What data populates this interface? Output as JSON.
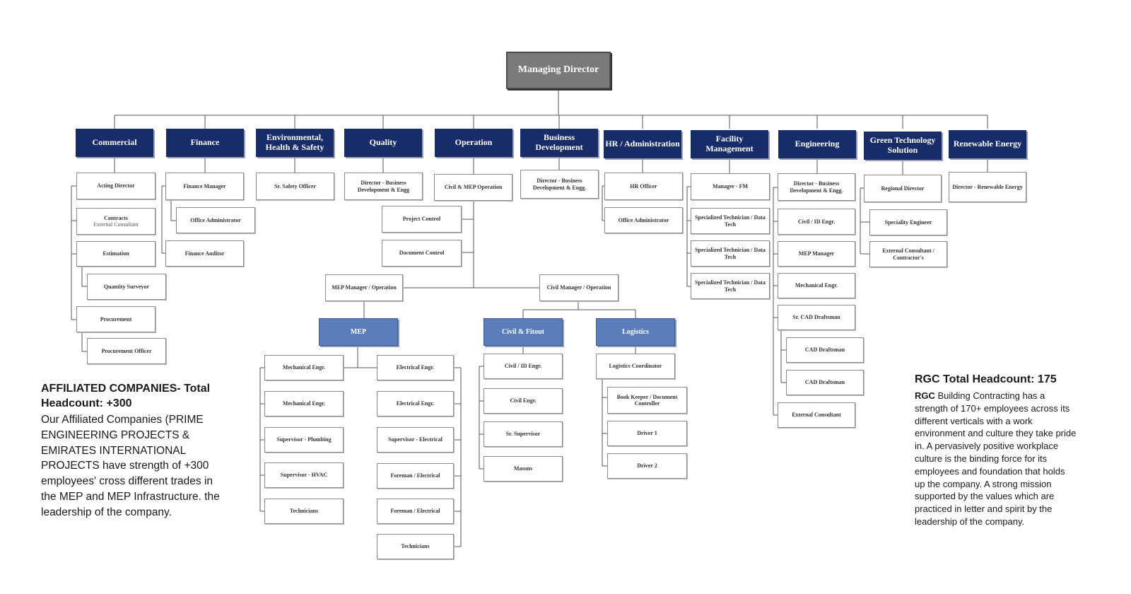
{
  "managing_director": "Managing Director",
  "departments": {
    "commercial": "Commercial",
    "finance": "Finance",
    "ehs": "Environmental, Health & Safety",
    "quality": "Quality",
    "operation": "Operation",
    "bizdev": "Business Development",
    "hr": "HR / Administration",
    "facility": "Facility Management",
    "engineering": "Engineering",
    "green": "Green Technology Solution",
    "renewable": "Renewable Energy"
  },
  "sub_departments": {
    "mep": "MEP",
    "civil_fitout": "Civil & Fitout",
    "logistics": "Logistics"
  },
  "roles": {
    "commercial": {
      "acting_director": "Acting Director",
      "contracts": "Contracts",
      "contracts_sub": "External Consultant",
      "estimation": "Estimation",
      "quantity_surveyor": "Quantity Surveyor",
      "procurement": "Procurement",
      "procurement_officer": "Procurement Officer"
    },
    "finance": {
      "finance_manager": "Finance Manager",
      "office_administrator": "Office Administrator",
      "finance_auditor": "Finance Auditor"
    },
    "ehs": {
      "safety_officer": "Sr. Safety Officer"
    },
    "quality": {
      "director": "Director - Business Development & Engg"
    },
    "operation": {
      "civil_mep_operation": "Civil & MEP Operation",
      "project_control": "Project Control",
      "document_control": "Document Control",
      "mep_manager": "MEP Manager / Operation",
      "civil_manager": "Civil Manager / Operation"
    },
    "mep": {
      "mech1": "Mechanical Engr.",
      "mech2": "Mechanical Engr.",
      "sup_plumbing": "Supervisor - Plumbing",
      "sup_hvac": "Supervisor - HVAC",
      "technicians_left": "Technicians",
      "elec1": "Electrical Engr.",
      "elec2": "Electrical Engr.",
      "sup_electrical": "Supervisor - Electrical",
      "foreman1": "Foreman / Electrical",
      "foreman2": "Foreman / Electrical",
      "technicians_right": "Technicians"
    },
    "civil_fitout": {
      "civil_id_engr": "Civil / ID Engr.",
      "civil_engr": "Civil Engr.",
      "sr_supervisor": "Sr. Supervisor",
      "masons": "Masons"
    },
    "logistics": {
      "coordinator": "Logistics Coordinator",
      "bookkeeper": "Book Keeper / Document Controller",
      "driver1": "Driver 1",
      "driver2": "Driver 2"
    },
    "bizdev": {
      "director": "Director - Business Development & Engg."
    },
    "hr": {
      "hr_officer": "HR Officer",
      "office_administrator": "Office Administrator"
    },
    "facility": {
      "manager_fm": "Manager - FM",
      "tech1": "Specialized Technician / Data Tech",
      "tech2": "Specialized Technician / Data Tech",
      "tech3": "Specialized Technician / Data Tech"
    },
    "engineering": {
      "director": "Director - Business Development & Engg.",
      "civil_id_engr": "Civil / ID Engr.",
      "mep_manager": "MEP Manager",
      "mechanical_engr": "Mechanical Engr.",
      "sr_cad": "Sr. CAD Draftsman",
      "cad1": "CAD Draftsman",
      "cad2": "CAD Draftsman",
      "external_consultant": "External Consultant"
    },
    "green": {
      "regional_director": "Regional Director",
      "specialty_engineer": "Speciality Engineer",
      "external_consultant": "External Consultant / Contractor's"
    },
    "renewable": {
      "director": "Director - Renewable Energy"
    }
  },
  "affiliated": {
    "title": "AFFILIATED COMPANIES- Total Headcount: +300",
    "body": "Our Affiliated Companies (PRIME ENGINEERING PROJECTS & EMIRATES INTERNATIONAL PROJECTS have strength of +300 employees' cross different trades in the MEP and MEP Infrastructure. the leadership of the company."
  },
  "rgc": {
    "title": "RGC Total Headcount: 175",
    "body_lead": "RGC",
    "body": " Building Contracting has a strength of 170+ employees across its different verticals with a work environment and culture they take pride in. A pervasively positive workplace culture is the binding force for its employees and foundation that holds up the company. A strong mission supported by the values which are practiced in letter and spirit by the leadership of the company."
  },
  "colors": {
    "department_fill": "#172c68",
    "sub_department_fill": "#5b7dbc",
    "director_fill": "#7a7a7a",
    "connector": "#555555"
  }
}
